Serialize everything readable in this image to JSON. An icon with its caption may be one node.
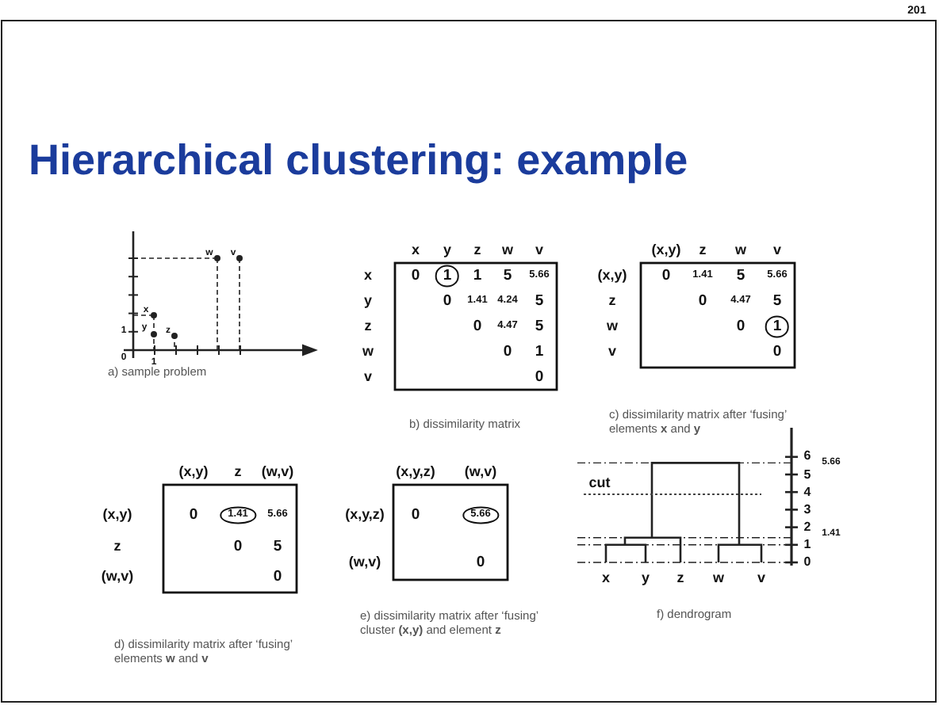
{
  "diagram": {
    "title": "Hierarchical clustering: example",
    "labels": [
      "201",
      "w",
      "v",
      "x",
      "1",
      "y",
      "z",
      "0",
      "1",
      "a) sample problem",
      "x",
      "y",
      "z",
      "w",
      "v",
      "x",
      "0",
      "1",
      "1",
      "5",
      "5.66",
      "y",
      "0",
      "1.41",
      "4.24",
      "5",
      "z",
      "0",
      "4.47",
      "5",
      "w",
      "0",
      "1",
      "v",
      "0",
      "b) dissimilarity matrix",
      "(x,y)",
      "z",
      "w",
      "v",
      "(x,y)",
      "0",
      "1.41",
      "5",
      "5.66",
      "z",
      "0",
      "4.47",
      "5",
      "w",
      "0",
      "1",
      "v",
      "0",
      "c) dissimilarity matrix after ‘fusing’ elements **x** and **y**",
      "(x,y)",
      "z",
      "(w,v)",
      "(x,y)",
      "0",
      "1.41",
      "5.66",
      "z",
      "0",
      "5",
      "(w,v)",
      "0",
      "d) dissimilarity matrix after ‘fusing’ elements **w** and **v**",
      "(x,y,z)",
      "(w,v)",
      "(x,y,z)",
      "0",
      "5.66",
      "(w,v)",
      "0",
      "e) dissimilarity matrix after ‘fusing’ cluster **(x,y)** and element **z**",
      "cut",
      "6",
      "5.66",
      "5",
      "4",
      "3",
      "2",
      "1.41",
      "1",
      "0",
      "x",
      "y",
      "z",
      "w",
      "v",
      "f) dendrogram"
    ]
  }
}
